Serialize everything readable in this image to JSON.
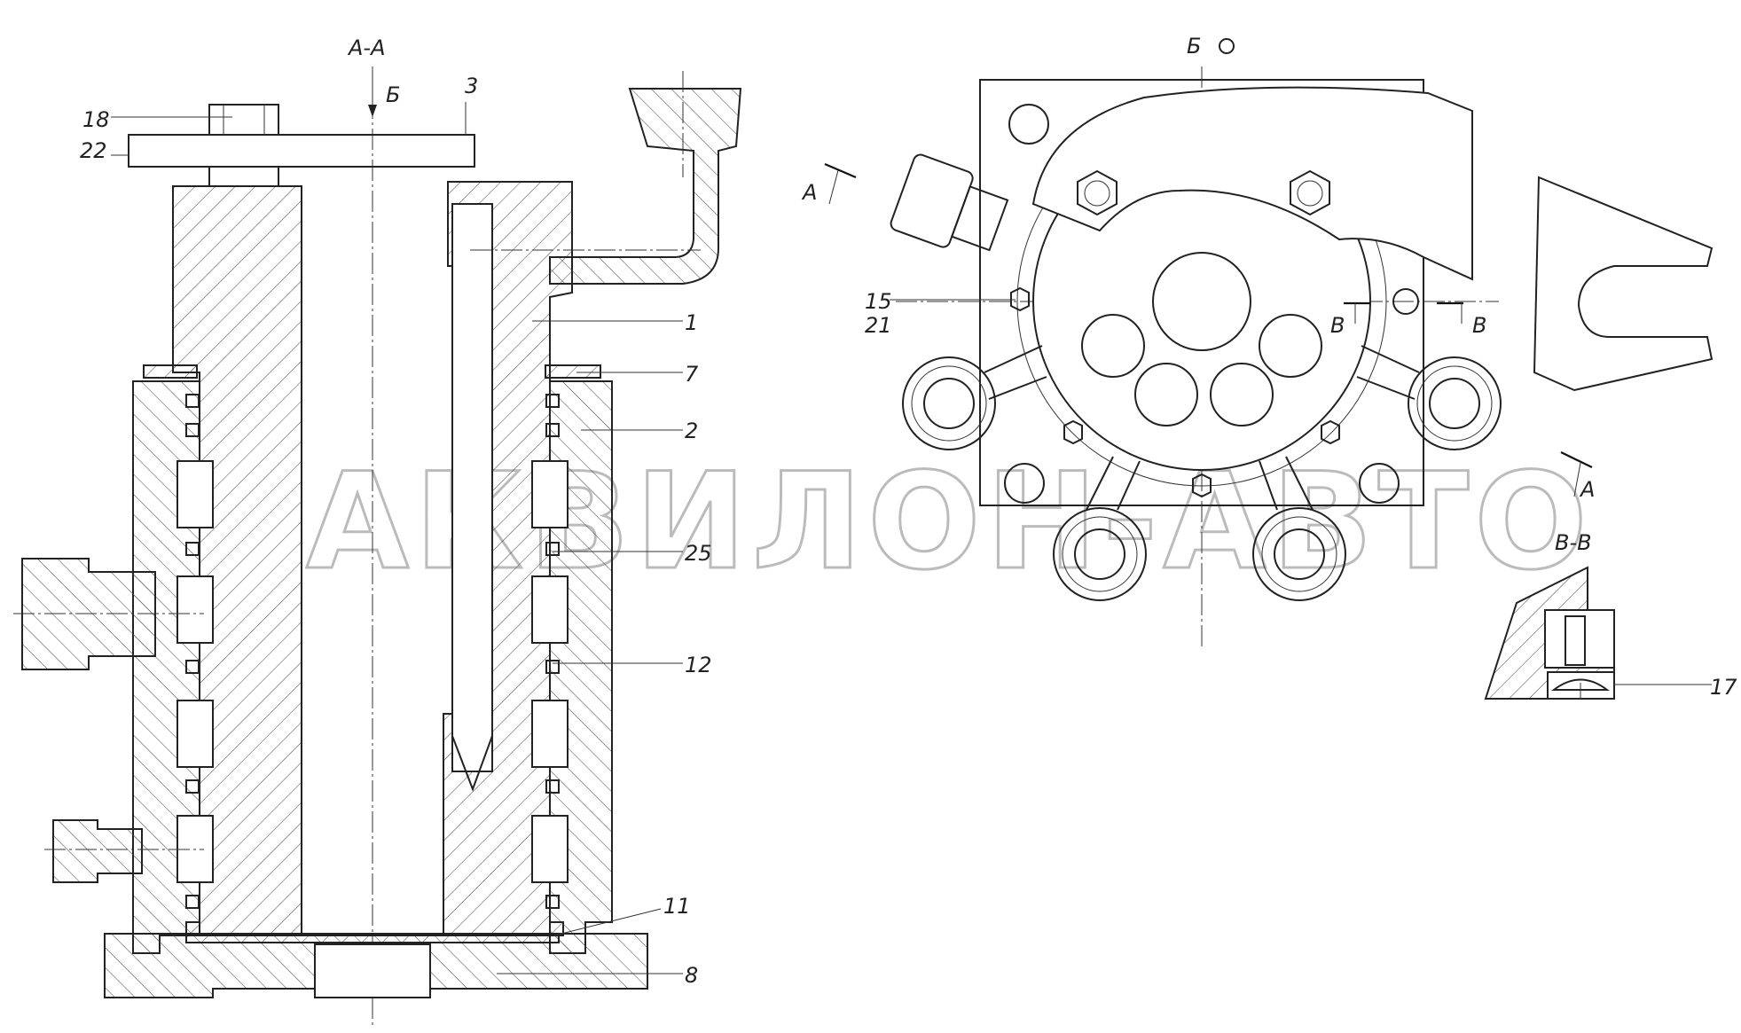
{
  "watermark": "АКВИЛОН-АВТО",
  "views": {
    "section_a": "А-А",
    "view_b": "Б",
    "section_v": "В-В"
  },
  "cut_marks": {
    "a_top": "А",
    "a_bottom": "А",
    "b_arrow": "Б",
    "v_left": "В",
    "v_right": "В"
  },
  "callouts": {
    "p18": "18",
    "p22": "22",
    "p3": "3",
    "p1": "1",
    "p7": "7",
    "p2": "2",
    "p25": "25",
    "p12": "12",
    "p11": "11",
    "p8": "8",
    "p15": "15",
    "p21": "21",
    "p17": "17"
  },
  "colors": {
    "line": "#222222",
    "background": "#ffffff",
    "watermark": "#bbbbbb"
  }
}
